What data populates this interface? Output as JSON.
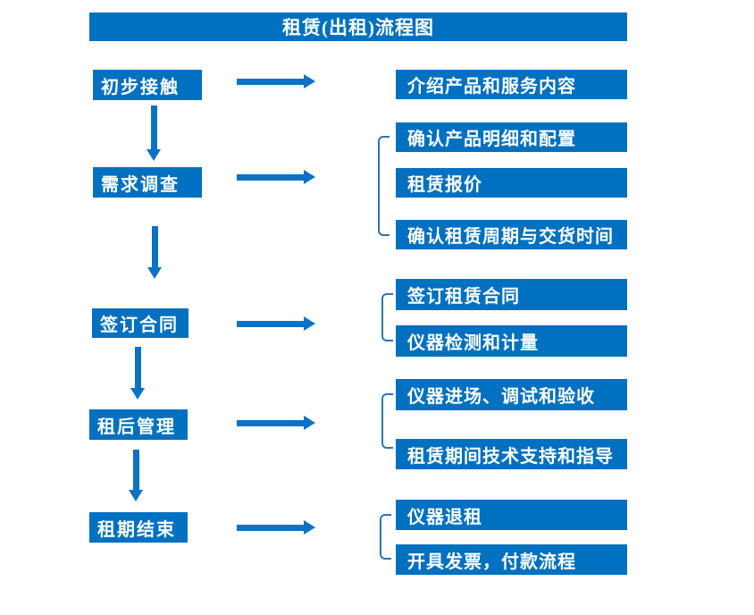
{
  "flow": {
    "title": "租赁(出租)流程图",
    "steps": [
      {
        "label": "初步接触",
        "outputs": [
          "介绍产品和服务内容"
        ]
      },
      {
        "label": "需求调查",
        "outputs": [
          "确认产品明细和配置",
          "租赁报价",
          "确认租赁周期与交货时间"
        ]
      },
      {
        "label": "签订合同",
        "outputs": [
          "签订租赁合同",
          "仪器检测和计量"
        ]
      },
      {
        "label": "租后管理",
        "outputs": [
          "仪器进场、调试和验收",
          "租赁期间技术支持和指导"
        ]
      },
      {
        "label": "租期结束",
        "outputs": [
          "仪器退租",
          "开具发票，付款流程"
        ]
      }
    ],
    "colors": {
      "box_fill": "#0070C0",
      "arrow": "#0C72C6",
      "bracket": "#2E74B6",
      "text": "#FFFFFF",
      "background": "#FFFFFF"
    }
  }
}
